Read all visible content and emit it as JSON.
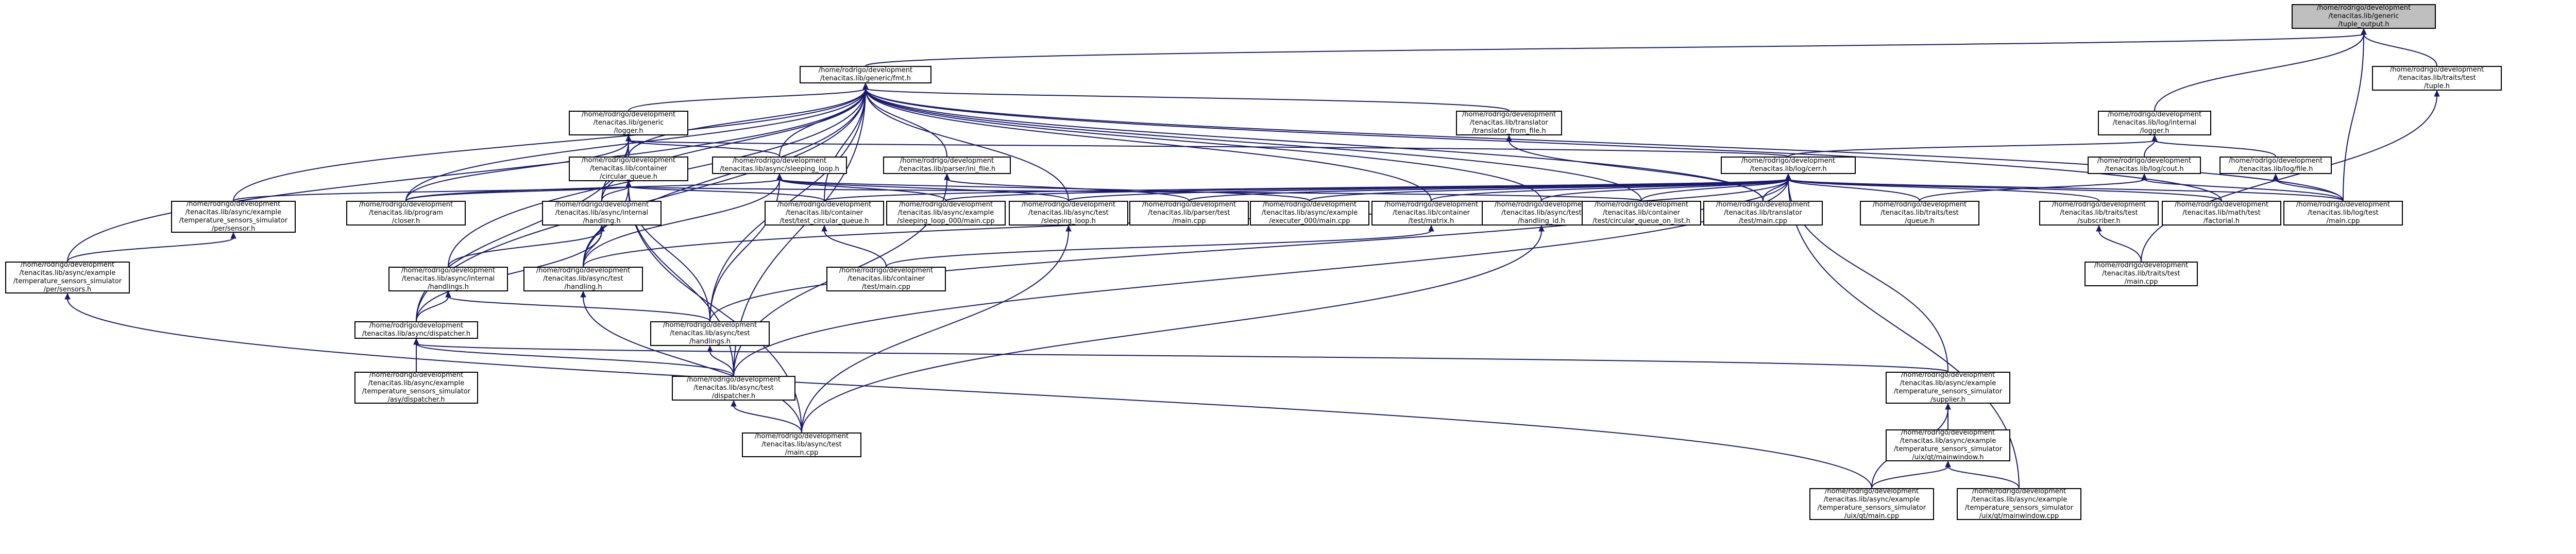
{
  "graph": {
    "title": "",
    "colors": {
      "root_fill": "#bfbfbf",
      "node_fill": "#ffffff",
      "node_border": "#000000",
      "edge": "#191970"
    },
    "node": {
      "0": [
        "/home/rodrigo/development",
        "/tenacitas.lib/generic",
        "/tuple_output.h"
      ],
      "1": [
        "/home/rodrigo/development",
        "/tenacitas.lib/generic/fmt.h"
      ],
      "2": [
        "/home/rodrigo/development",
        "/tenacitas.lib/traits/test",
        "/tuple.h"
      ],
      "3": [
        "/home/rodrigo/development",
        "/tenacitas.lib/generic",
        "/logger.h"
      ],
      "4": [
        "/home/rodrigo/development",
        "/tenacitas.lib/translator",
        "/translator_from_file.h"
      ],
      "5": [
        "/home/rodrigo/development",
        "/tenacitas.lib/log/internal",
        "/logger.h"
      ],
      "6": [
        "/home/rodrigo/development",
        "/tenacitas.lib/container",
        "/circular_queue.h"
      ],
      "7": [
        "/home/rodrigo/development",
        "/tenacitas.lib/async/sleeping_loop.h"
      ],
      "8": [
        "/home/rodrigo/development",
        "/tenacitas.lib/parser/ini_file.h"
      ],
      "9": [
        "/home/rodrigo/development",
        "/tenacitas.lib/log/cerr.h"
      ],
      "10": [
        "/home/rodrigo/development",
        "/tenacitas.lib/log/cout.h"
      ],
      "11": [
        "/home/rodrigo/development",
        "/tenacitas.lib/log/file.h"
      ],
      "12": [
        "/home/rodrigo/development",
        "/tenacitas.lib/async/example",
        "/temperature_sensors_simulator",
        "/per/sensor.h"
      ],
      "13": [
        "/home/rodrigo/development",
        "/tenacitas.lib/program",
        "/closer.h"
      ],
      "14": [
        "/home/rodrigo/development",
        "/tenacitas.lib/async/internal",
        "/handling.h"
      ],
      "15": [
        "/home/rodrigo/development",
        "/tenacitas.lib/container",
        "/test/test_circular_queue.h"
      ],
      "16": [
        "/home/rodrigo/development",
        "/tenacitas.lib/async/example",
        "/sleeping_loop_000/main.cpp"
      ],
      "17": [
        "/home/rodrigo/development",
        "/tenacitas.lib/async/test",
        "/sleeping_loop.h"
      ],
      "18": [
        "/home/rodrigo/development",
        "/tenacitas.lib/parser/test",
        "/main.cpp"
      ],
      "19": [
        "/home/rodrigo/development",
        "/tenacitas.lib/async/example",
        "/executer_000/main.cpp"
      ],
      "20": [
        "/home/rodrigo/development",
        "/tenacitas.lib/container",
        "/test/matrix.h"
      ],
      "21": [
        "/home/rodrigo/development",
        "/tenacitas.lib/async/test",
        "/handling_id.h"
      ],
      "22": [
        "/home/rodrigo/development",
        "/tenacitas.lib/container",
        "/test/circular_queue_on_list.h"
      ],
      "23": [
        "/home/rodrigo/development",
        "/tenacitas.lib/translator",
        "/test/main.cpp"
      ],
      "24": [
        "/home/rodrigo/development",
        "/tenacitas.lib/traits/test",
        "/queue.h"
      ],
      "25": [
        "/home/rodrigo/development",
        "/tenacitas.lib/traits/test",
        "/subscriber.h"
      ],
      "26": [
        "/home/rodrigo/development",
        "/tenacitas.lib/math/test",
        "/factorial.h"
      ],
      "27": [
        "/home/rodrigo/development",
        "/tenacitas.lib/log/test",
        "/main.cpp"
      ],
      "28": [
        "/home/rodrigo/development",
        "/tenacitas.lib/async/example",
        "/temperature_sensors_simulator",
        "/per/sensors.h"
      ],
      "29": [
        "/home/rodrigo/development",
        "/tenacitas.lib/async/internal",
        "/handlings.h"
      ],
      "30": [
        "/home/rodrigo/development",
        "/tenacitas.lib/async/test",
        "/handling.h"
      ],
      "31": [
        "/home/rodrigo/development",
        "/tenacitas.lib/container",
        "/test/main.cpp"
      ],
      "32": [
        "/home/rodrigo/development",
        "/tenacitas.lib/traits/test",
        "/main.cpp"
      ],
      "33": [
        "/home/rodrigo/development",
        "/tenacitas.lib/async/dispatcher.h"
      ],
      "34": [
        "/home/rodrigo/development",
        "/tenacitas.lib/async/test",
        "/handlings.h"
      ],
      "35": [
        "/home/rodrigo/development",
        "/tenacitas.lib/async/example",
        "/temperature_sensors_simulator",
        "/asy/dispatcher.h"
      ],
      "36": [
        "/home/rodrigo/development",
        "/tenacitas.lib/async/test",
        "/dispatcher.h"
      ],
      "37": [
        "/home/rodrigo/development",
        "/tenacitas.lib/async/example",
        "/temperature_sensors_simulator",
        "/supplier.h"
      ],
      "38": [
        "/home/rodrigo/development",
        "/tenacitas.lib/async/test",
        "/main.cpp"
      ],
      "39": [
        "/home/rodrigo/development",
        "/tenacitas.lib/async/example",
        "/temperature_sensors_simulator",
        "/uix/qt/mainwindow.h"
      ],
      "40": [
        "/home/rodrigo/development",
        "/tenacitas.lib/async/example",
        "/temperature_sensors_simulator",
        "/uix/qt/main.cpp"
      ],
      "41": [
        "/home/rodrigo/development",
        "/tenacitas.lib/async/example",
        "/temperature_sensors_simulator",
        "/uix/qt/mainwindow.cpp"
      ]
    }
  }
}
